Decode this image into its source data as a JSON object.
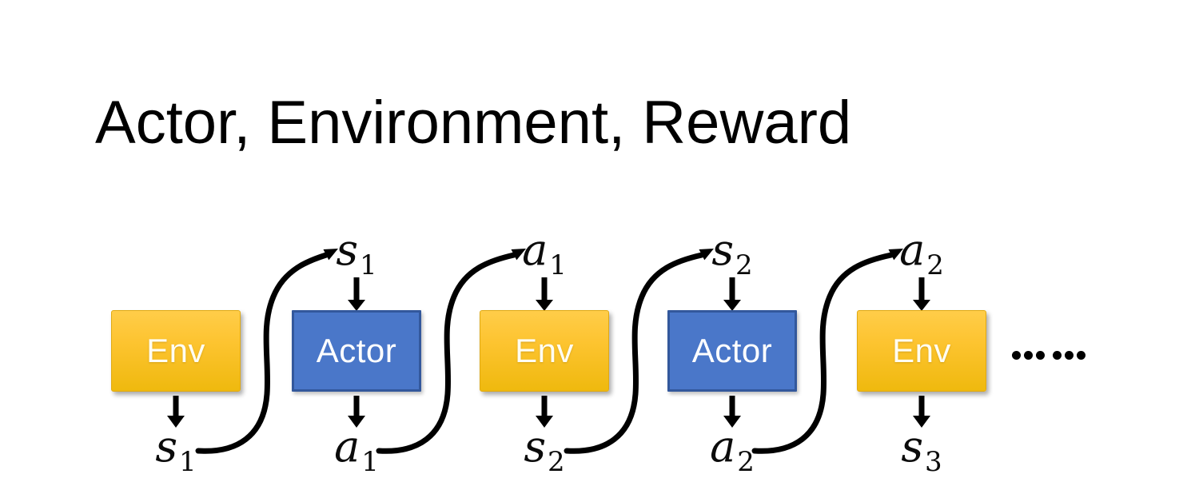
{
  "slide": {
    "title": "Actor, Environment, Reward"
  },
  "diagram": {
    "boxes": [
      {
        "label": "Env",
        "type": "env"
      },
      {
        "label": "Actor",
        "type": "actor"
      },
      {
        "label": "Env",
        "type": "env"
      },
      {
        "label": "Actor",
        "type": "actor"
      },
      {
        "label": "Env",
        "type": "env"
      }
    ],
    "top_labels": [
      {
        "base": "s",
        "sub": "1"
      },
      {
        "base": "a",
        "sub": "1"
      },
      {
        "base": "s",
        "sub": "2"
      },
      {
        "base": "a",
        "sub": "2"
      }
    ],
    "bottom_labels": [
      {
        "base": "s",
        "sub": "1"
      },
      {
        "base": "a",
        "sub": "1"
      },
      {
        "base": "s",
        "sub": "2"
      },
      {
        "base": "a",
        "sub": "2"
      },
      {
        "base": "s",
        "sub": "3"
      }
    ],
    "ellipsis": "……",
    "colors": {
      "background": "#ffffff",
      "title_text": "#000000",
      "env_gradient_top": "#ffcd49",
      "env_gradient_bottom": "#efb90e",
      "env_border": "#e0a912",
      "actor_fill": "#4a77c9",
      "actor_border": "#33589c",
      "box_text": "#ffffff",
      "arrow": "#000000",
      "label_text": "#0b0b0b"
    }
  }
}
